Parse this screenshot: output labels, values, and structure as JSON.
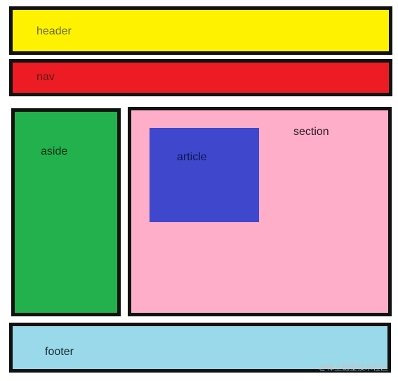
{
  "blocks": {
    "header": {
      "label": "header",
      "color": "#fff200"
    },
    "nav": {
      "label": "nav",
      "color": "#ed1c24"
    },
    "aside": {
      "label": "aside",
      "color": "#22b14c"
    },
    "section": {
      "label": "section",
      "color": "#ffaec9"
    },
    "article": {
      "label": "article",
      "color": "#3f48cc"
    },
    "footer": {
      "label": "footer",
      "color": "#99d9ea"
    }
  },
  "watermark": "@稀土掘金技术社区"
}
